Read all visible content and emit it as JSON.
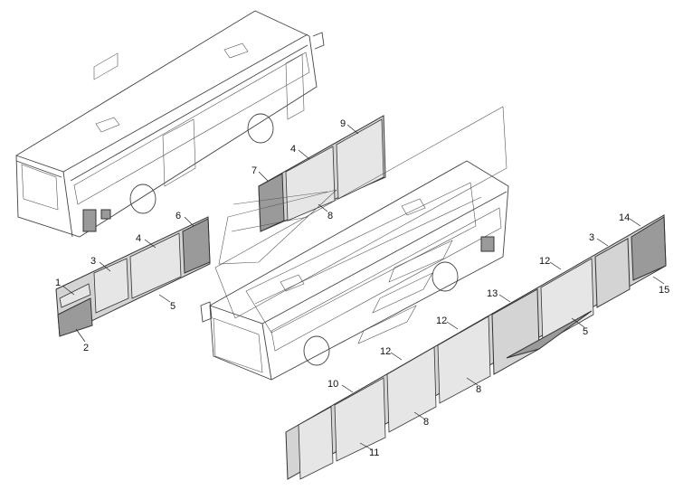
{
  "diagram": {
    "callouts": [
      {
        "label": "1"
      },
      {
        "label": "2"
      },
      {
        "label": "3"
      },
      {
        "label": "4"
      },
      {
        "label": "5"
      },
      {
        "label": "6"
      },
      {
        "label": "4"
      },
      {
        "label": "7"
      },
      {
        "label": "8"
      },
      {
        "label": "9"
      },
      {
        "label": "14"
      },
      {
        "label": "3"
      },
      {
        "label": "15"
      },
      {
        "label": "12"
      },
      {
        "label": "13"
      },
      {
        "label": "5"
      },
      {
        "label": "12"
      },
      {
        "label": "12"
      },
      {
        "label": "10"
      },
      {
        "label": "8"
      },
      {
        "label": "8"
      },
      {
        "label": "11"
      }
    ]
  }
}
